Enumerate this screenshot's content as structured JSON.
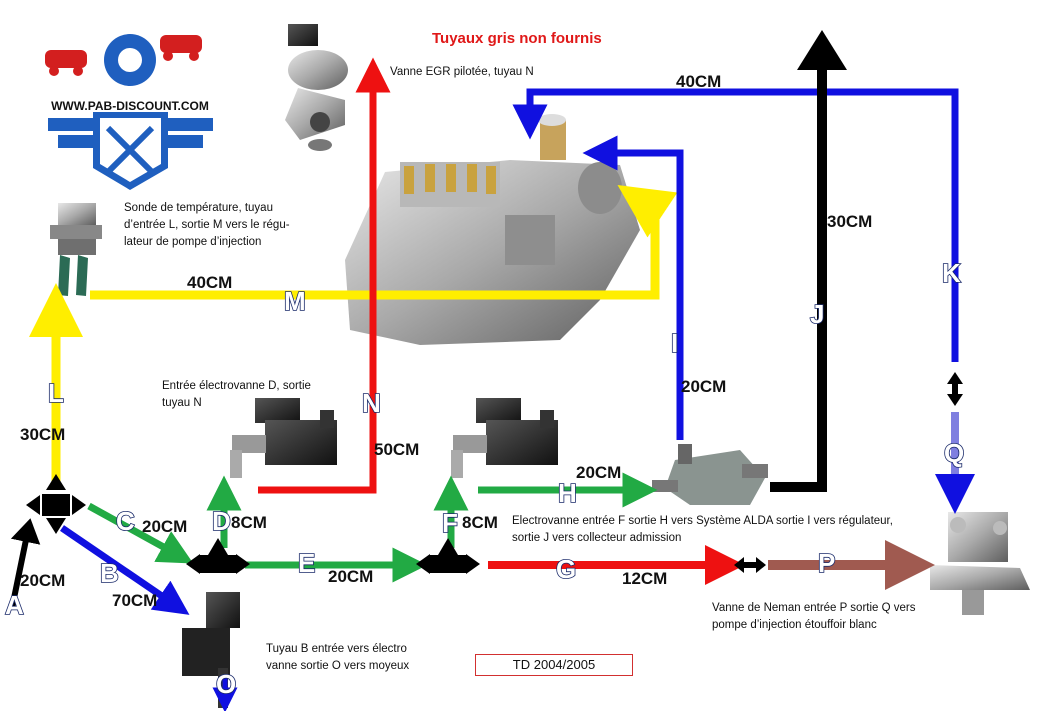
{
  "title": "Tuyaux gris non fournis",
  "logo": {
    "url": "WWW.PAB-DISCOUNT.COM",
    "primary": "#1f5fbf",
    "accent": "#d31f1f"
  },
  "captions": {
    "egr": "Vanne EGR pilotée, tuyau N",
    "sonde_1": "Sonde de température, tuyau",
    "sonde_2": "d’entrée L, sortie M vers le régu-",
    "sonde_3": "lateur de pompe d’injection",
    "ev_d_1": "Entrée électrovanne D, sortie",
    "ev_d_2": "tuyau N",
    "alda_1": "Electrovanne entrée F sortie H vers Système ALDA sortie I vers régulateur,",
    "alda_2": "sortie J vers collecteur admission",
    "neman_1": "Vanne de Neman entrée P sortie Q vers",
    "neman_2": "pompe d’injection étouffoir blanc",
    "tuyau_b_1": "Tuyau B entrée vers électro",
    "tuyau_b_2": "vanne sortie O vers moyeux"
  },
  "hoses": {
    "A": {
      "letter": "A",
      "length": "20CM",
      "color": "#000000"
    },
    "B": {
      "letter": "B",
      "length": "70CM",
      "color": "#1010e0"
    },
    "C": {
      "letter": "C",
      "length": "20CM",
      "color": "#22aa44"
    },
    "D": {
      "letter": "D",
      "length": "8CM",
      "color": "#22aa44"
    },
    "E": {
      "letter": "E",
      "length": "20CM",
      "color": "#22aa44"
    },
    "F": {
      "letter": "F",
      "length": "8CM",
      "color": "#22aa44"
    },
    "G": {
      "letter": "G",
      "length": "12CM",
      "color": "#ee1111"
    },
    "H": {
      "letter": "H",
      "length": "20CM",
      "color": "#22aa44"
    },
    "I": {
      "letter": "I",
      "length": "20CM",
      "color": "#1010e0"
    },
    "J": {
      "letter": "J",
      "length": "30CM",
      "color": "#000000"
    },
    "K": {
      "letter": "K",
      "length": "40CM",
      "color": "#1010e0"
    },
    "L": {
      "letter": "L",
      "length": "30CM",
      "color": "#ffee00"
    },
    "M": {
      "letter": "M",
      "length": "40CM",
      "color": "#ffee00"
    },
    "N": {
      "letter": "N",
      "length": "50CM",
      "color": "#ee1111"
    },
    "O": {
      "letter": "O",
      "color": "#1010e0"
    },
    "P": {
      "letter": "P",
      "color": "#a05a50"
    },
    "Q": {
      "letter": "Q",
      "color": "#1010e0"
    }
  },
  "footer": {
    "label": "TD 2004/2005",
    "border_color": "#d23030"
  }
}
